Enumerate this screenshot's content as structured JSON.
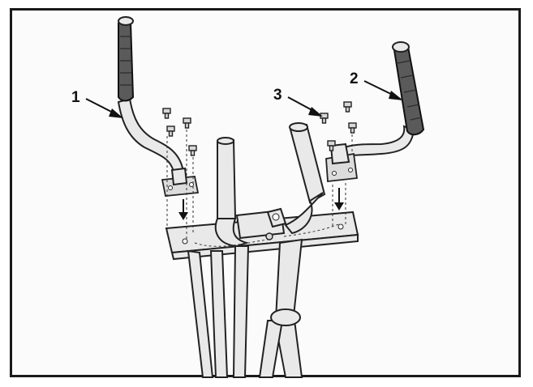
{
  "diagram": {
    "callouts": [
      {
        "number": "1",
        "part": "left-handlebar"
      },
      {
        "number": "2",
        "part": "right-handlebar"
      },
      {
        "number": "3",
        "part": "bolt"
      }
    ]
  },
  "colors": {
    "frame_border": "#1a1a1a",
    "line_art": "#222222",
    "part_fill": "#e9e9e9",
    "grip_fill": "#5a5a5a"
  }
}
